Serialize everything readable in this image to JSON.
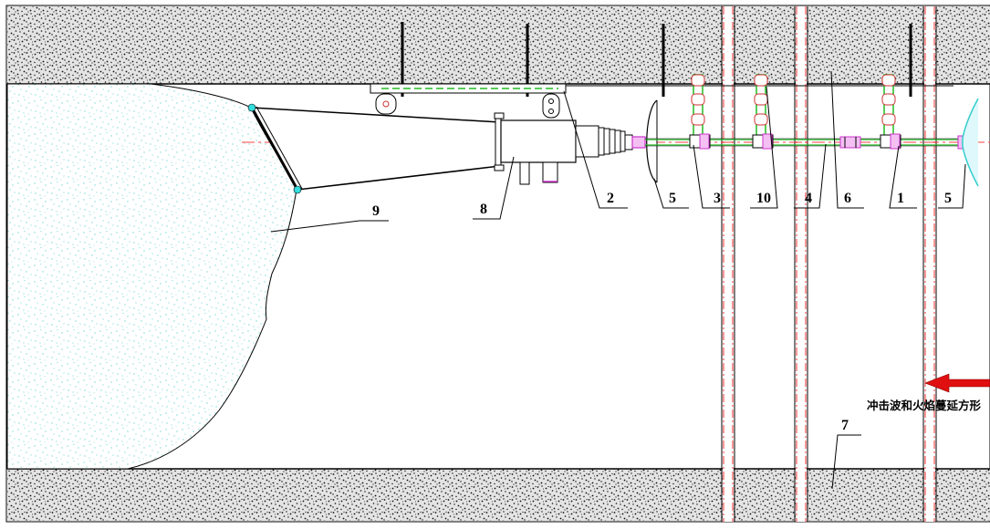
{
  "diagram": {
    "part_labels": [
      "2",
      "5",
      "3",
      "10",
      "4",
      "6",
      "1",
      "5",
      "8",
      "9",
      "7"
    ],
    "direction_text": "冲击波和火焰蔓延方",
    "direction_text_clipped": "冲击波和火焰蔓延方形",
    "colors": {
      "rock_fill": "#e6e6e6",
      "rock_speckle": "#111111",
      "coal_speckle": "#6fd3d3",
      "centerline": "#ff4040",
      "section_dash": "#ff3030",
      "pipe_green": "#22bb22",
      "magenta": "#cc33cc",
      "cyan": "#33dddd",
      "arrow_red": "#e01010"
    }
  }
}
